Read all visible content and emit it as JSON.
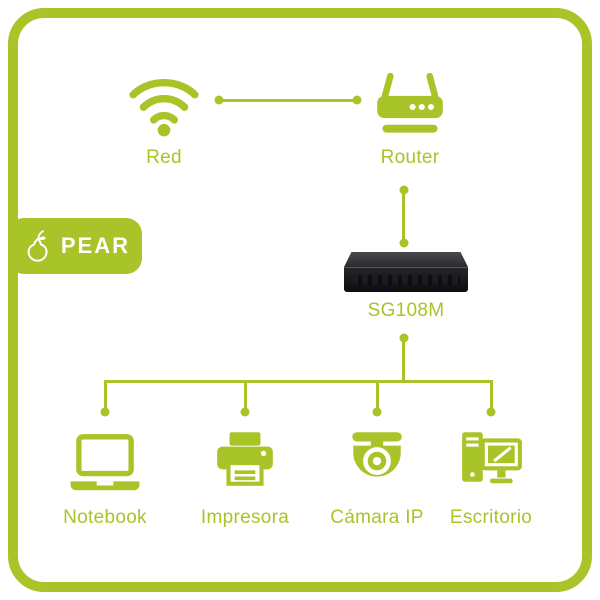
{
  "colors": {
    "accent": "#a8c428",
    "switch_body": "#141416",
    "background": "#ffffff",
    "logo_text": "#ffffff"
  },
  "logo": {
    "label": "PEAR",
    "icon": "pear-icon"
  },
  "diagram": {
    "network": {
      "label": "Red",
      "icon": "wifi-icon"
    },
    "router": {
      "label": "Router",
      "icon": "router-icon"
    },
    "switch": {
      "label": "SG108M",
      "icon": "switch-device"
    },
    "devices": [
      {
        "label": "Notebook",
        "icon": "laptop-icon"
      },
      {
        "label": "Impresora",
        "icon": "printer-icon"
      },
      {
        "label": "Cámara IP",
        "icon": "dome-camera-icon"
      },
      {
        "label": "Escritorio",
        "icon": "desktop-icon"
      }
    ]
  }
}
